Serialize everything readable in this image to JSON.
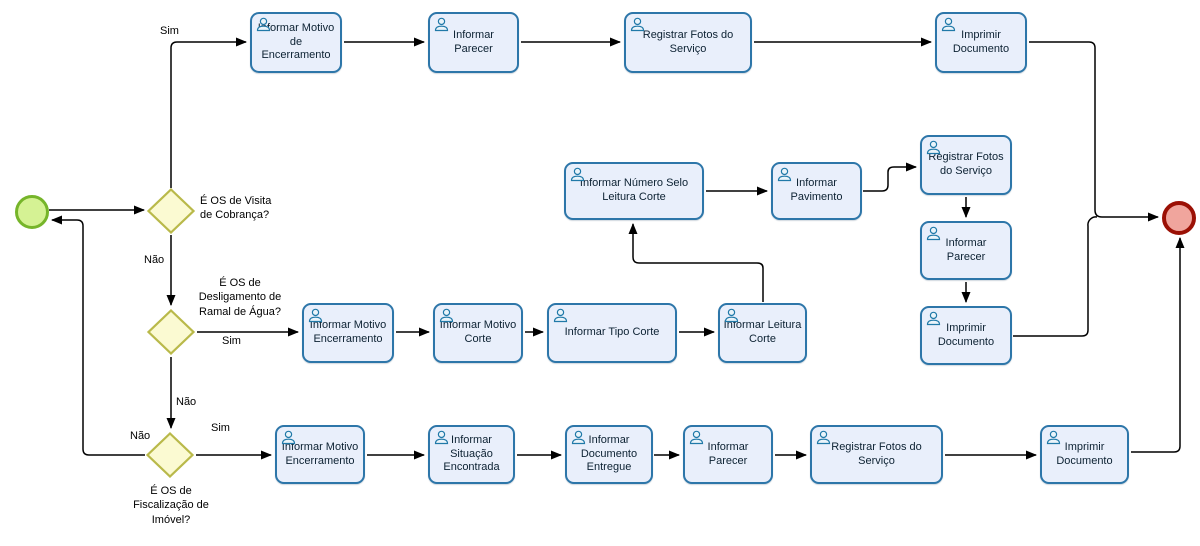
{
  "labels": {
    "yes": "Sim",
    "no": "Não"
  },
  "gateways": [
    {
      "question": "É OS de Visita de Cobrança?"
    },
    {
      "question": "É OS de Desligamento de Ramal de Água?"
    },
    {
      "question": "É OS de Fiscalização de Imóvel?"
    }
  ],
  "tasks": [
    {
      "label": "Informar Motivo de Encerramento"
    },
    {
      "label": "Informar Parecer"
    },
    {
      "label": "Registrar Fotos do Serviço"
    },
    {
      "label": "Imprimir Documento"
    },
    {
      "label": "Informar Número Selo Leitura Corte"
    },
    {
      "label": "Informar Pavimento"
    },
    {
      "label": "Registrar Fotos do Serviço"
    },
    {
      "label": "Informar Parecer"
    },
    {
      "label": "Imprimir Documento"
    },
    {
      "label": "Informar Motivo Encerramento"
    },
    {
      "label": "Informar Motivo Corte"
    },
    {
      "label": "Informar Tipo Corte"
    },
    {
      "label": "Informar Leitura Corte"
    },
    {
      "label": "Informar Motivo Encerramento"
    },
    {
      "label": "Informar Situação Encontrada"
    },
    {
      "label": "Informar Documento Entregue"
    },
    {
      "label": "Informar Parecer"
    },
    {
      "label": "Registrar Fotos do Serviço"
    },
    {
      "label": "Imprimir Documento"
    }
  ],
  "colors": {
    "task_fill": "#e9effb",
    "task_border": "#2d76a9",
    "task_text": "#0c2132",
    "gateway_fill": "#fbfad2",
    "gateway_border": "#b9b94a",
    "start_fill": "#d5f294",
    "start_border": "#76b52a",
    "end_fill": "#f0a59d",
    "end_border": "#9b1005",
    "line": "#000000",
    "icon": "#2079a8"
  }
}
